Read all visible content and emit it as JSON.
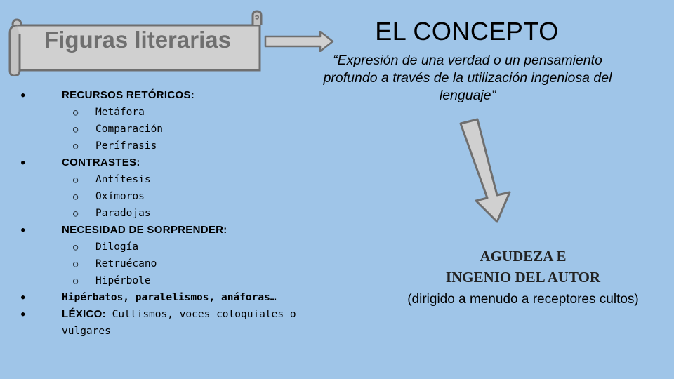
{
  "header": {
    "scroll_title": "Figuras literarias"
  },
  "concept": {
    "title": "EL CONCEPTO",
    "definition": "“Expresión de una verdad o un pensamiento profundo a través de la utilización ingeniosa del lenguaje”"
  },
  "list": {
    "items": [
      {
        "label": "RECURSOS RETÓRICOS:",
        "subitems": [
          "Metáfora",
          "Comparación",
          "Perífrasis"
        ]
      },
      {
        "label": "CONTRASTES:",
        "subitems": [
          "Antítesis",
          "Oxímoros",
          "Paradojas"
        ]
      },
      {
        "label": "NECESIDAD DE SORPRENDER:",
        "subitems": [
          "Dilogía",
          "Retruécano",
          "Hipérbole"
        ]
      },
      {
        "label": "Hipérbatos, paralelismos, anáforas…"
      },
      {
        "label": "LÉXICO:",
        "text": " Cultismos, voces coloquiales o vulgares"
      }
    ]
  },
  "result": {
    "title_line1": "AGUDEZA E",
    "title_line2": "INGENIO DEL AUTOR",
    "subtitle": "(dirigido a menudo a receptores cultos)"
  },
  "colors": {
    "background": "#9fc5e8",
    "scroll_fill": "#d0d0d0",
    "scroll_stroke": "#6f6f6f",
    "arrow_fill": "#d0d0d0"
  }
}
